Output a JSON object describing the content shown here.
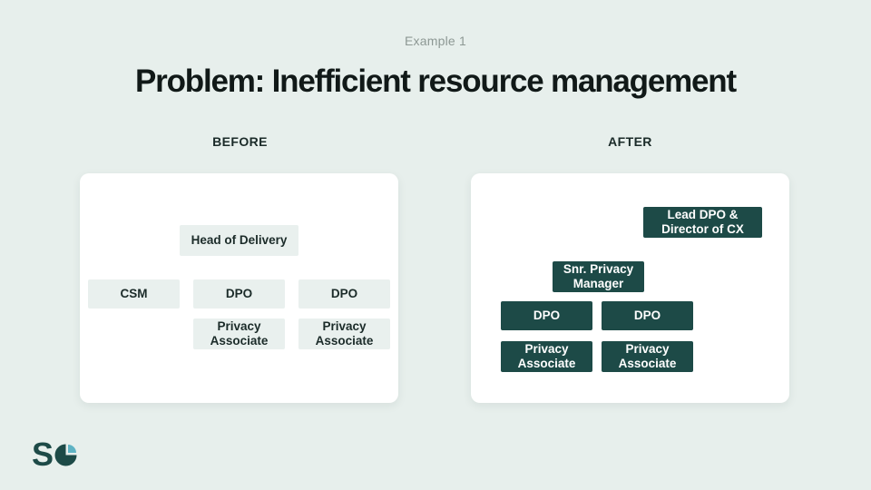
{
  "slide": {
    "eyebrow": "Example 1",
    "title": "Problem: Inefficient resource management"
  },
  "panels": {
    "before": {
      "label": "BEFORE",
      "boxes": {
        "head": "Head of Delivery",
        "csm": "CSM",
        "dpo1": "DPO",
        "dpo2": "DPO",
        "pa1": "Privacy Associate",
        "pa2": "Privacy Associate"
      }
    },
    "after": {
      "label": "AFTER",
      "boxes": {
        "lead": "Lead DPO & Director of CX",
        "snr": "Snr. Privacy Manager",
        "dpo1": "DPO",
        "dpo2": "DPO",
        "pa1": "Privacy Associate",
        "pa2": "Privacy Associate"
      }
    }
  },
  "logo": {
    "letter": "S",
    "icon": "pie-chart-icon"
  },
  "colors": {
    "background": "#e7efec",
    "card": "#ffffff",
    "box_light": "#e9f0ee",
    "box_dark": "#1d4a47",
    "text_dark": "#1b2b29",
    "text_light": "#ffffff",
    "eyebrow_gray": "#8d9894",
    "accent_cyan": "#5fb3c4"
  }
}
